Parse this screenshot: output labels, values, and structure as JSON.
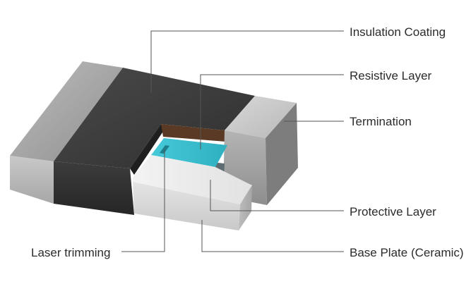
{
  "labels": {
    "insulation_coating": "Insulation Coating",
    "resistive_layer": "Resistive Layer",
    "termination": "Termination",
    "protective_layer": "Protective Layer",
    "laser_trimming": "Laser trimming",
    "base_plate": "Base Plate (Ceramic)"
  },
  "colors": {
    "insulation": "#3a3a3a",
    "resistive": "#3bbfcf",
    "termination": "#9a9a9a",
    "protective": "#e6e6e6",
    "brown_layer": "#5a3a24",
    "leader_line": "#555555"
  }
}
